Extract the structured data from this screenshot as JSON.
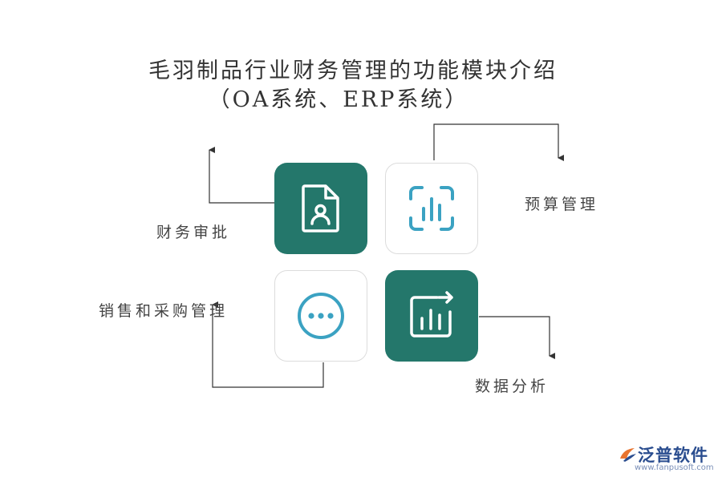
{
  "title": {
    "line1": "毛羽制品行业财务管理的功能模块介绍",
    "line2": "（OA系统、ERP系统）"
  },
  "modules": {
    "finance_approval": {
      "label": "财务审批",
      "icon": "document-user-icon",
      "color": "#24776b"
    },
    "budget_management": {
      "label": "预算管理",
      "icon": "bar-chart-scan-icon",
      "color": "#3ba2c2"
    },
    "sales_purchase": {
      "label": "销售和采购管理",
      "icon": "more-dots-icon",
      "color": "#3ba2c2"
    },
    "data_analysis": {
      "label": "数据分析",
      "icon": "chart-arrow-icon",
      "color": "#24776b"
    }
  },
  "brand": {
    "name": "泛普软件",
    "url": "www.fanpusoft.com"
  }
}
